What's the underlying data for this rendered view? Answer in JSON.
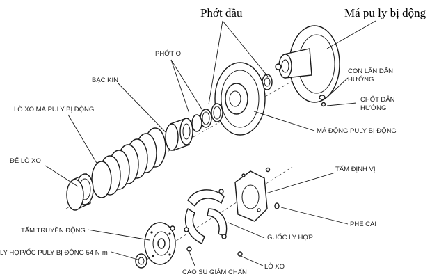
{
  "labels": {
    "phot_dau": "Phớt dầu",
    "ma_pu_ly_bi_dong": "Má pu ly bị động",
    "phot_o": "PHỚT O",
    "bac_kin": "BẠC KÍN",
    "con_lan_dan_huong": "CON LĂN DẪN HƯỚNG",
    "chot_dan_huong": "CHỐT DẪN HƯỚNG",
    "lo_xo_ma_puly": "LÒ XO MÁ PULY BỊ ĐỘNG",
    "ma_dong_puly": "MÁ ĐỘNG PULY BỊ ĐỘNG",
    "de_lo_xo": "ĐẾ LÒ XO",
    "tam_dinh_vi": "TẤM ĐỊNH VỊ",
    "phe_cai": "PHE CÀI",
    "tam_truyen_dong": "TẤM TRUYỀN ĐỘNG",
    "guoc_ly_hop": "GUỐC LY HỢP",
    "oc_ly_hop": "LY HỢP/ỐC PULY BỊ ĐỘNG 54 N·m",
    "cao_su": "CAO SU GIẢM CHẤN",
    "lo_xo": "LÒ XO"
  }
}
